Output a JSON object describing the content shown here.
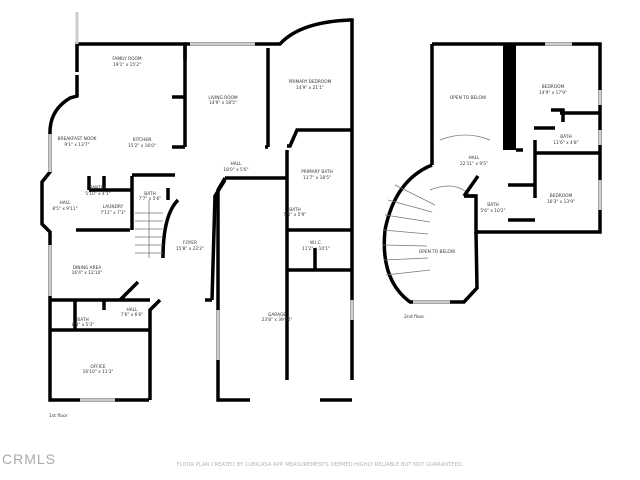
{
  "first_floor": {
    "label": "1st floor",
    "rooms": [
      {
        "name": "FAMILY ROOM",
        "dims": "19'1\" x 15'2\""
      },
      {
        "name": "BREAKFAST NOOK",
        "dims": "9'1\" x 13'7\""
      },
      {
        "name": "KITCHEN",
        "dims": "15'2\" x 16'0\""
      },
      {
        "name": "LIVING ROOM",
        "dims": "14'9\" x 18'5\""
      },
      {
        "name": "PRIMARY BEDROOM",
        "dims": "14'9\" x 21'1\""
      },
      {
        "name": "HALL",
        "dims": "18'0\" x 5'6\""
      },
      {
        "name": "PRIMARY BATH",
        "dims": "11'7\" x 18'5\""
      },
      {
        "name": "HALL",
        "dims": "8'5\" x 9'11\""
      },
      {
        "name": "PANTRY",
        "dims": "5'10\" x 4'1\""
      },
      {
        "name": "LAUNDRY",
        "dims": "7'11\" x 7'3\""
      },
      {
        "name": "BATH",
        "dims": "7'7\" x 5'6\""
      },
      {
        "name": "BATH",
        "dims": "5'1\" x 5'9\""
      },
      {
        "name": "W.I.C.",
        "dims": "11'2\" x 10'1\""
      },
      {
        "name": "FOYER",
        "dims": "15'8\" x 22'2\""
      },
      {
        "name": "DINING AREA",
        "dims": "16'4\" x 12'10\""
      },
      {
        "name": "HALL",
        "dims": "7'6\" x 6'6\""
      },
      {
        "name": "BATH",
        "dims": "8'8\" x 5'3\""
      },
      {
        "name": "OFFICE",
        "dims": "16'10\" x 11'3\""
      },
      {
        "name": "GARAGE",
        "dims": "23'8\" x 39'10\""
      }
    ]
  },
  "second_floor": {
    "label": "2nd floor",
    "rooms": [
      {
        "name": "OPEN TO BELOW",
        "dims": ""
      },
      {
        "name": "BEDROOM",
        "dims": "14'9\" x 17'9\""
      },
      {
        "name": "BATH",
        "dims": "11'6\" x 4'8\""
      },
      {
        "name": "HALL",
        "dims": "22'11\" x 9'5\""
      },
      {
        "name": "BEDROOM",
        "dims": "16'3\" x 13'9\""
      },
      {
        "name": "BATH",
        "dims": "5'6\" x 10'2\""
      },
      {
        "name": "OPEN TO BELOW",
        "dims": ""
      }
    ]
  },
  "watermark": "CRMLS",
  "footer": "FLOOR PLAN CREATED BY CUBICASA APP. MEASUREMENTS DEEMED HIGHLY RELIABLE BUT NOT GUARANTEED."
}
